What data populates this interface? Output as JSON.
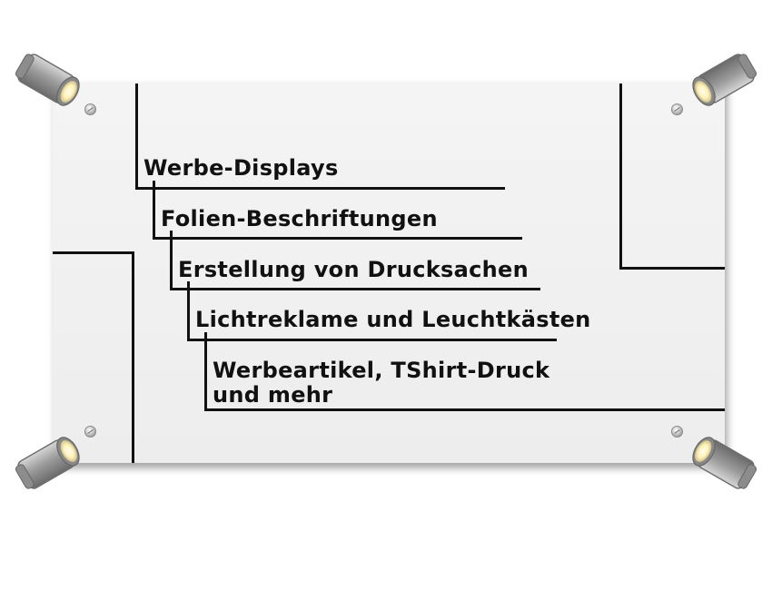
{
  "entries": [
    {
      "text": "Werbe-Displays"
    },
    {
      "text": "Folien-Beschriftungen"
    },
    {
      "text": "Erstellung von Drucksachen"
    },
    {
      "text": "Lichtreklame und Leuchtkästen"
    },
    {
      "text": "Werbeartikel, TShirt-Druck\nund mehr"
    }
  ],
  "icons": [
    "spotlight-icon",
    "screw-icon"
  ],
  "colors": {
    "board": "#eeeeee",
    "text": "#111111",
    "lines": "#111111",
    "lamp_body": "#a6a6a6",
    "lamp_light": "#fff6c8"
  }
}
